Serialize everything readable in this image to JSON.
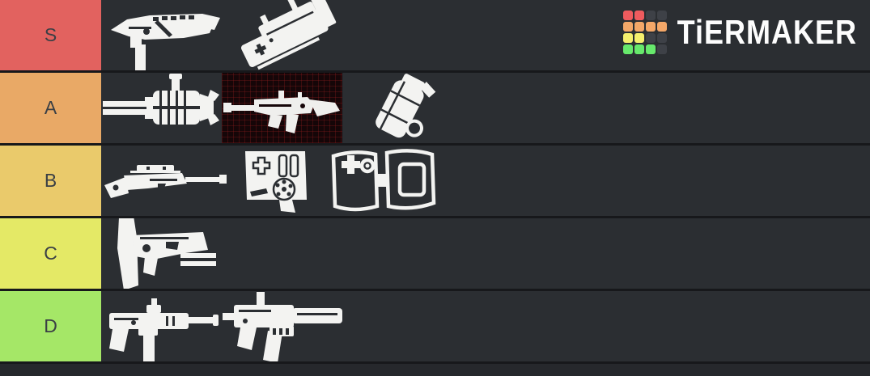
{
  "brand": {
    "logo_text": "TiERMAKER",
    "grid_colors": [
      "#ef5b5e",
      "#ef5b5e",
      "#3e4147",
      "#3e4147",
      "#f4a768",
      "#f4a768",
      "#f4a768",
      "#f4a768",
      "#f5ef6d",
      "#f5ef6d",
      "#3e4147",
      "#3e4147",
      "#67e96c",
      "#67e96c",
      "#67e96c",
      "#3e4147"
    ]
  },
  "colors": {
    "page_background": "#26282c",
    "row_background": "#2b2e32",
    "divider": "#17181b",
    "label_text": "#3a3f45",
    "red_grid_cell_background": "#150608",
    "silhouette": "#f3f3f1"
  },
  "tiers": [
    {
      "label": "S",
      "color": "#e2625f",
      "items": [
        {
          "icon": "futuristic-shotgun-icon"
        },
        {
          "icon": "tilted-medkit-device-icon"
        }
      ]
    },
    {
      "label": "A",
      "color": "#e9a966",
      "items": [
        {
          "icon": "cylinder-launcher-icon"
        },
        {
          "icon": "rifle-red-grid-icon"
        },
        {
          "icon": "grenade-canister-icon"
        }
      ]
    },
    {
      "label": "B",
      "color": "#eaca6b",
      "items": [
        {
          "icon": "sniper-rifle-icon"
        },
        {
          "icon": "ammo-box-icon"
        },
        {
          "icon": "medkit-case-icon"
        }
      ]
    },
    {
      "label": "C",
      "color": "#e4e966",
      "items": [
        {
          "icon": "bullpup-weapon-icon"
        }
      ]
    },
    {
      "label": "D",
      "color": "#a5e767",
      "items": [
        {
          "icon": "smg-icon"
        },
        {
          "icon": "suppressed-smg-icon"
        }
      ]
    }
  ]
}
